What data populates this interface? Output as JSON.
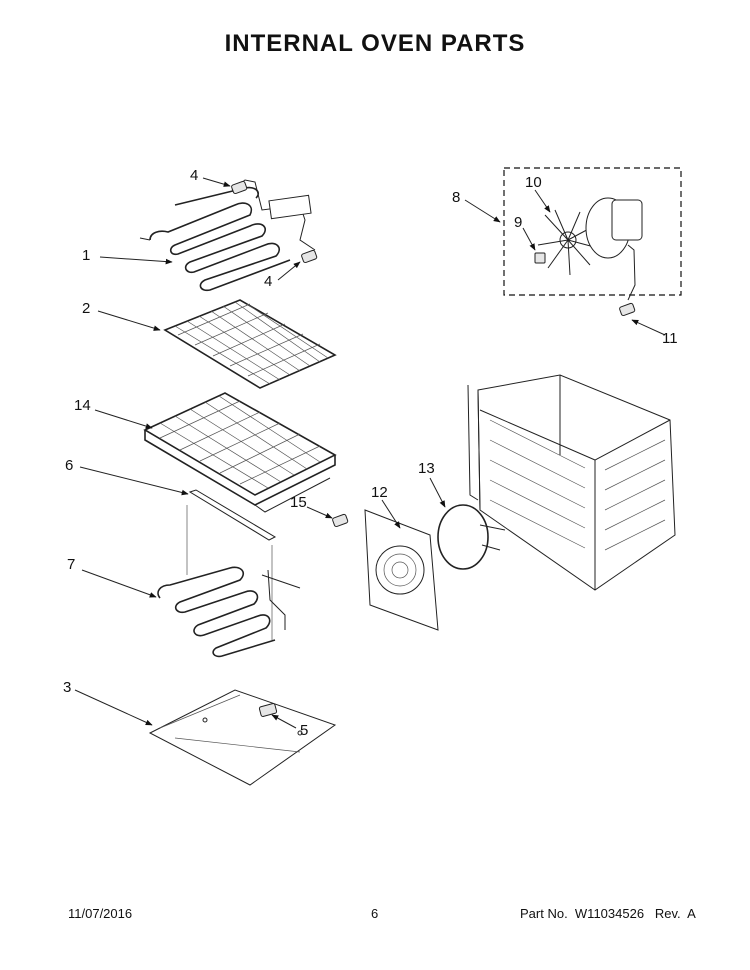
{
  "title": "INTERNAL OVEN PARTS",
  "callouts": {
    "c1": "1",
    "c2": "2",
    "c3": "3",
    "c4a": "4",
    "c4b": "4",
    "c5": "5",
    "c6": "6",
    "c7": "7",
    "c8": "8",
    "c9": "9",
    "c10": "10",
    "c11": "11",
    "c12": "12",
    "c13": "13",
    "c14": "14",
    "c15": "15"
  },
  "footer": {
    "date": "11/07/2016",
    "page": "6",
    "part_no": "Part No.  W11034526   Rev.  A"
  }
}
